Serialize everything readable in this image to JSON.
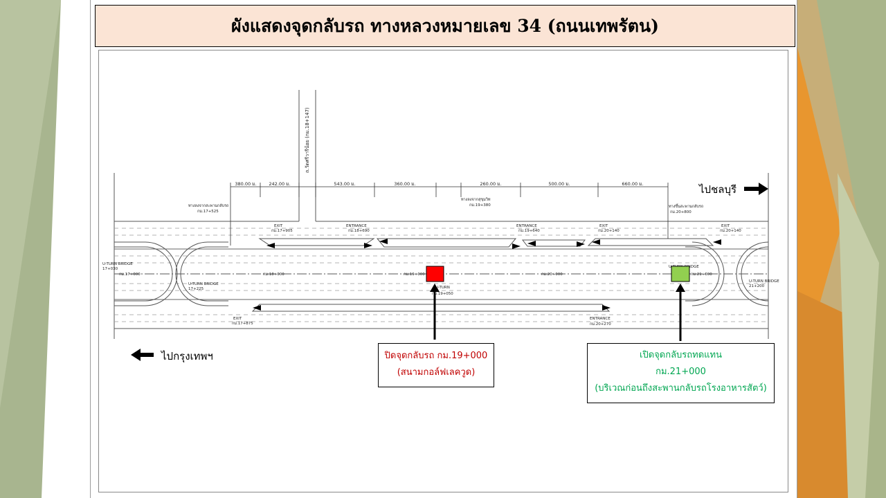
{
  "title": "ผังแสดงจุดกลับรถ ทางหลวงหมายเลข 34 (ถนนเทพรัตน)",
  "directions": {
    "to_chonburi": "ไปชลบุรี",
    "to_bangkok": "ไปกรุงเทพฯ"
  },
  "side_road_label": "ถ.วัดศรีวารีน้อย (กม.18+147)",
  "distances": [
    "380.00 ม.",
    "242.00 ม.",
    "543.00 ม.",
    "360.00 ม.",
    "260.00 ม.",
    "500.00 ม.",
    "660.00 ม."
  ],
  "ramps": {
    "top": [
      {
        "kind": "EXIT",
        "km": "กม.17+905"
      },
      {
        "kind": "ENTRANCE",
        "km": "กม.18+690"
      },
      {
        "kind": "ENTRANCE",
        "km": "กม.19+640"
      },
      {
        "kind": "EXIT",
        "km": "กม.20+140"
      },
      {
        "kind": "EXIT",
        "km": "กม.20+140"
      }
    ],
    "bottom": [
      {
        "kind": "EXIT",
        "km": "กม.17+875"
      },
      {
        "kind": "ENTRANCE",
        "km": "กม.20+270"
      }
    ]
  },
  "notes": {
    "left": [
      "ทางลงจากสะพานกลับรถ",
      "กม.17+525"
    ],
    "mid": [
      "ทางลงจากสุขุมวิท",
      "กม.19+380"
    ],
    "right": [
      "ทางขึ้นสะพานกลับรถ",
      "กม.20+800"
    ]
  },
  "uturn_bridges": [
    {
      "label": "U-TURN BRIDGE",
      "km": "17+030"
    },
    {
      "label": "U-TURN BRIDGE",
      "km": "17+225"
    },
    {
      "label": "U-TURN BRIDGE",
      "km": "21+200"
    }
  ],
  "uturn_right_top_label": "U-TURN BRIDGE",
  "uturn_mid_label": "U-TURN",
  "uturn_mid_km": "กม.19+050",
  "centerline_km": [
    "กม.17+000",
    "กม.18+000",
    "กม.19+000",
    "กม.20+000",
    "กม.21+000"
  ],
  "callouts": {
    "closed": [
      "ปิดจุดกลับรถ กม.19+000",
      "(สนามกอล์ฟเลควูด)"
    ],
    "open": [
      "เปิดจุดกลับรถทดแทน",
      "กม.21+000",
      "(บริเวณก่อนถึงสะพานกลับรถโรงอาหารสัตว์)"
    ]
  },
  "colors": {
    "title_bg": "#fbe4d5",
    "closed_marker": "#ff0000",
    "open_marker": "#92d050",
    "closed_text": "#c00000",
    "open_text": "#00a651"
  }
}
